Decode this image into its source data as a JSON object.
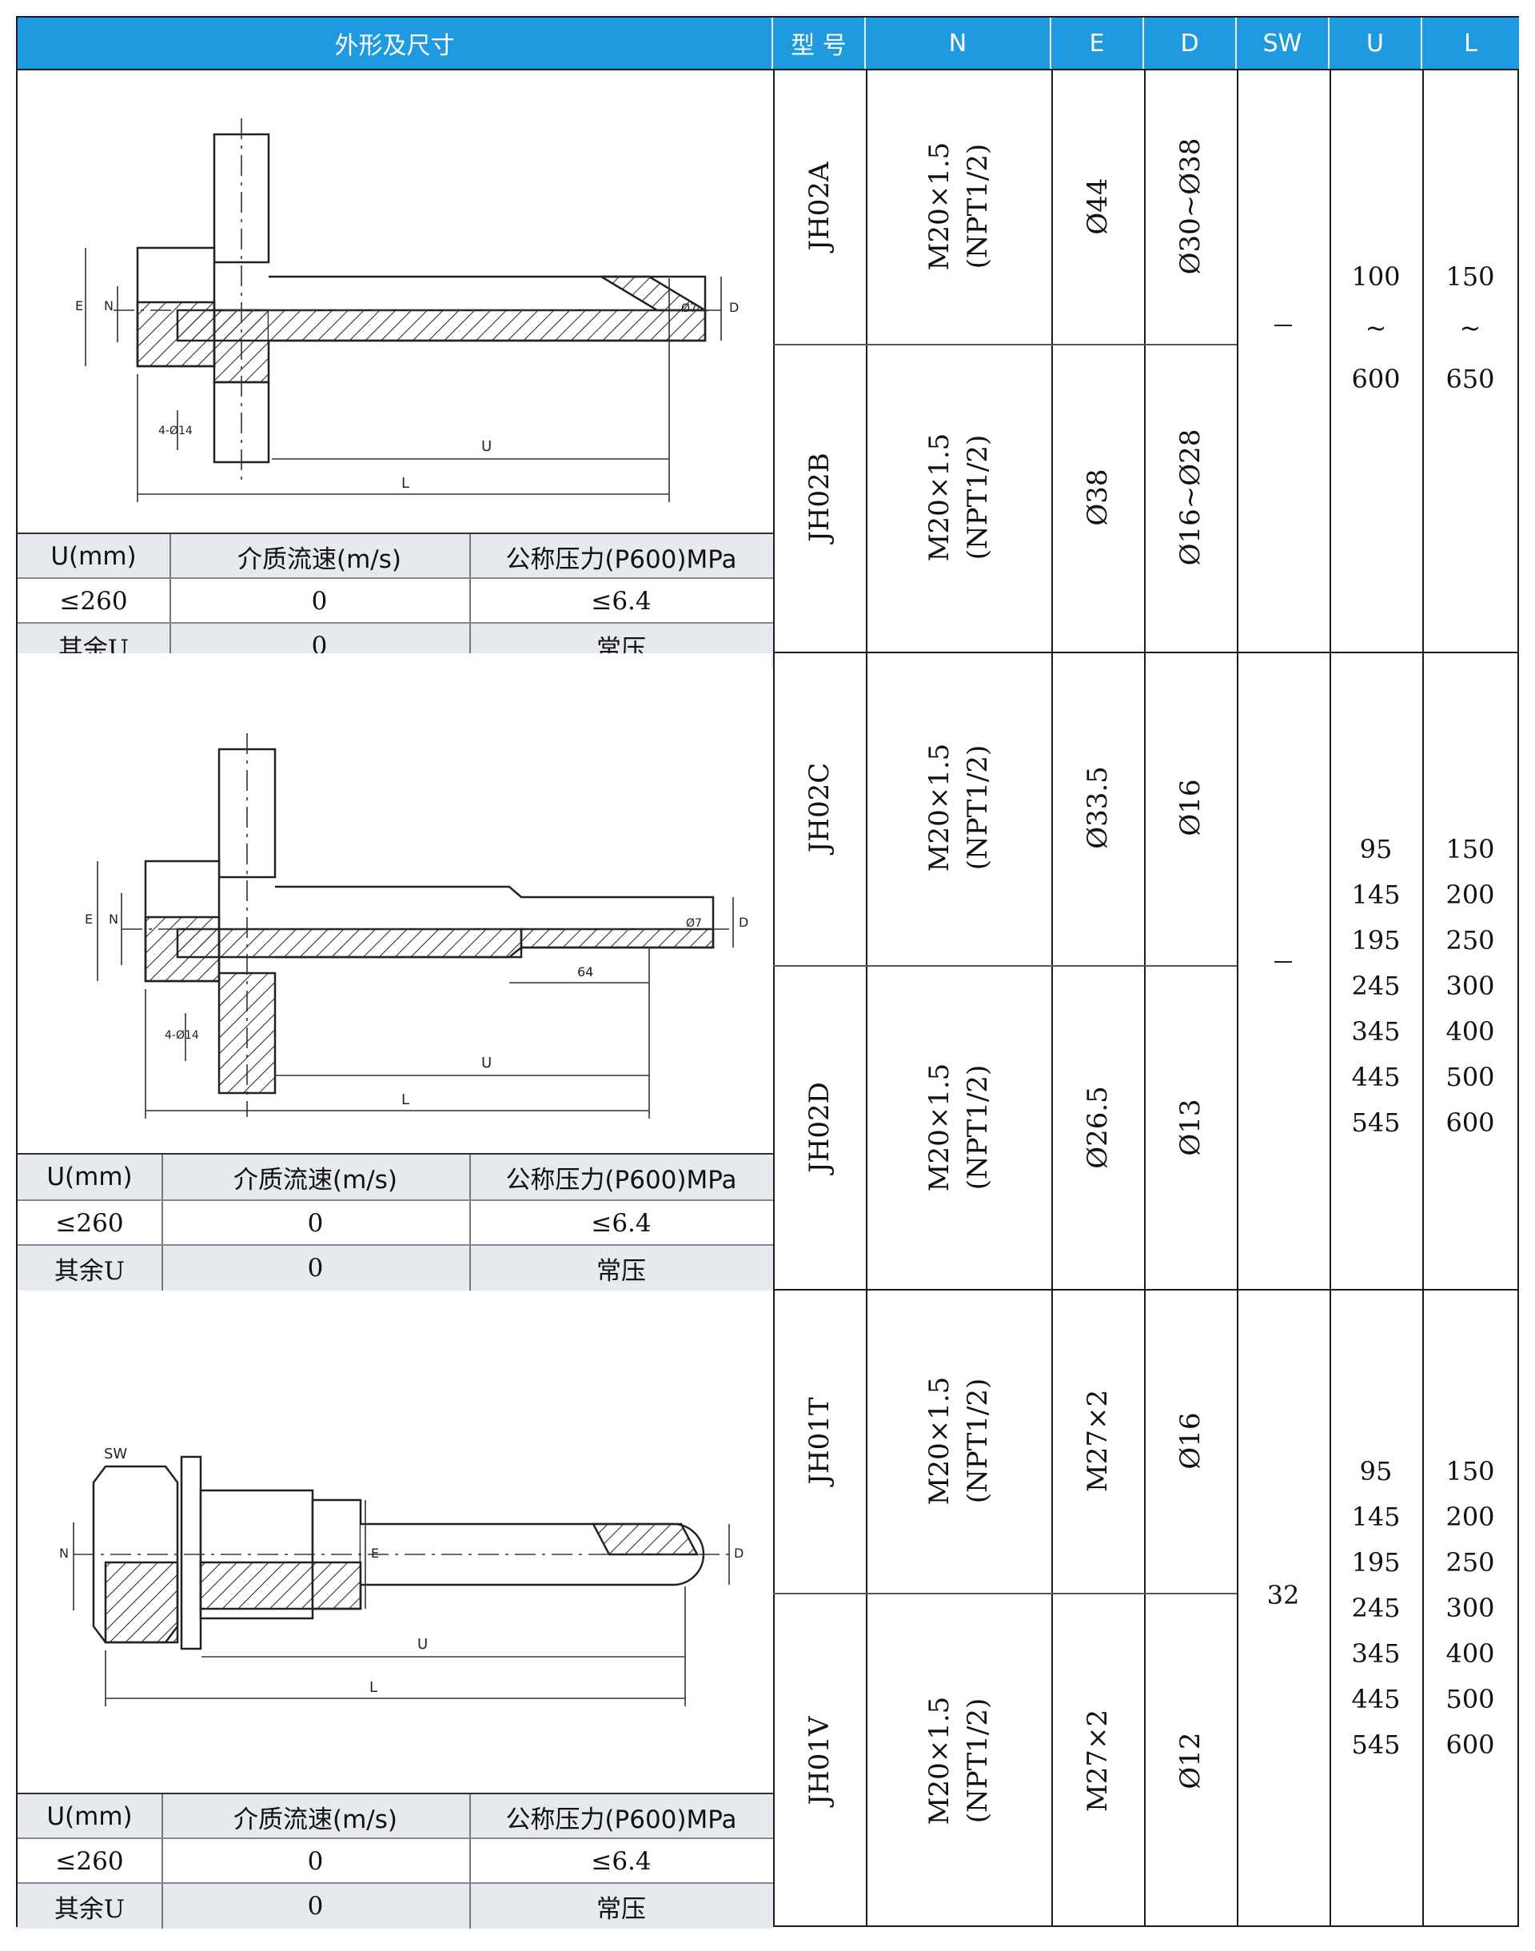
{
  "header": {
    "shape": "外形及尺寸",
    "model": "型 号",
    "n": "N",
    "e": "E",
    "d": "D",
    "sw": "SW",
    "u": "U",
    "l": "L"
  },
  "drawing_labels": {
    "u": "U",
    "l": "L",
    "e": "E",
    "n": "N",
    "d": "D",
    "d7": "Ø7",
    "holes": "4-Ø14",
    "dim64": "64",
    "sw": "SW"
  },
  "sub_table": {
    "headers": [
      "U(mm)",
      "介质流速(m/s)",
      "公称压力(P600)MPa"
    ],
    "rows": [
      [
        "≤260",
        "0",
        "≤6.4"
      ],
      [
        "其余U",
        "0",
        "常压"
      ]
    ]
  },
  "models": [
    {
      "name": "JH02A",
      "n1": "M20×1.5",
      "n2": "(NPT1/2)",
      "e": "Ø44",
      "d": "Ø30~Ø38"
    },
    {
      "name": "JH02B",
      "n1": "M20×1.5",
      "n2": "(NPT1/2)",
      "e": "Ø38",
      "d": "Ø16~Ø28"
    },
    {
      "name": "JH02C",
      "n1": "M20×1.5",
      "n2": "(NPT1/2)",
      "e": "Ø33.5",
      "d": "Ø16"
    },
    {
      "name": "JH02D",
      "n1": "M20×1.5",
      "n2": "(NPT1/2)",
      "e": "Ø26.5",
      "d": "Ø13"
    },
    {
      "name": "JH01T",
      "n1": "M20×1.5",
      "n2": "(NPT1/2)",
      "e": "M27×2",
      "d": "Ø16"
    },
    {
      "name": "JH01V",
      "n1": "M20×1.5",
      "n2": "(NPT1/2)",
      "e": "M27×2",
      "d": "Ø12"
    }
  ],
  "groups": [
    {
      "sw": "",
      "u": [
        "100",
        "~",
        "600"
      ],
      "l": [
        "150",
        "~",
        "650"
      ]
    },
    {
      "sw": "",
      "u": [
        "95",
        "145",
        "195",
        "245",
        "345",
        "445",
        "545"
      ],
      "l": [
        "150",
        "200",
        "250",
        "300",
        "400",
        "500",
        "600"
      ]
    },
    {
      "sw": "32",
      "u": [
        "95",
        "145",
        "195",
        "245",
        "345",
        "445",
        "545"
      ],
      "l": [
        "150",
        "200",
        "250",
        "300",
        "400",
        "500",
        "600"
      ]
    }
  ]
}
